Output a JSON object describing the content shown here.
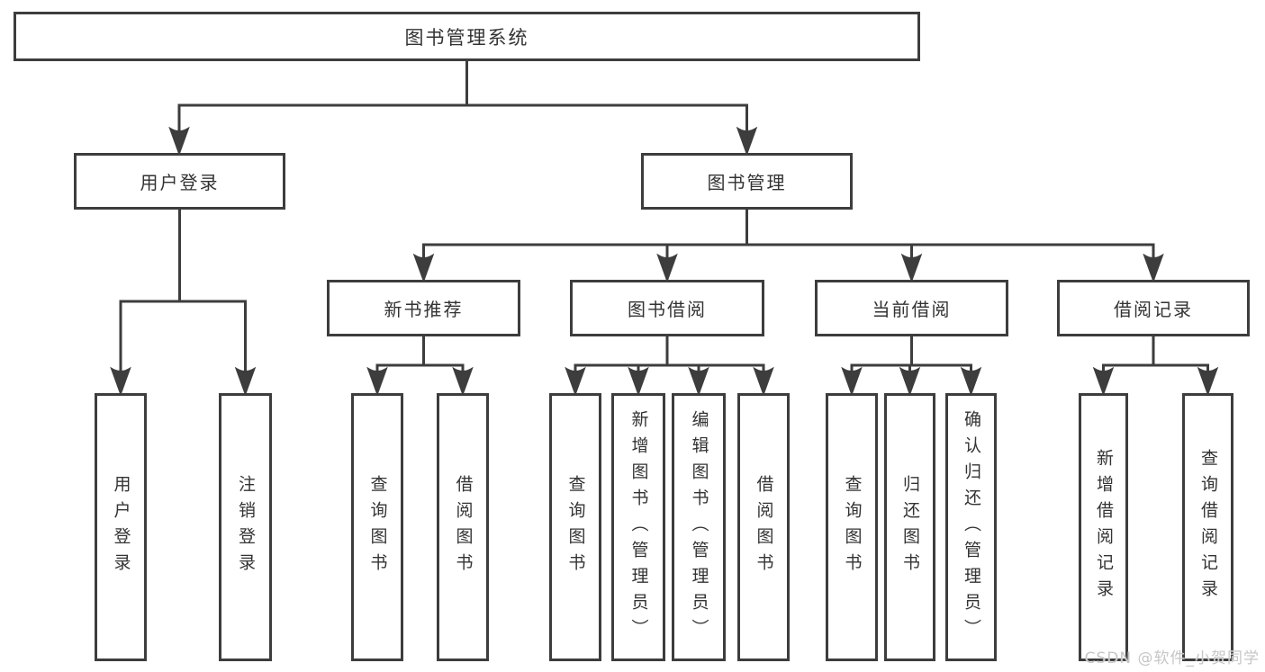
{
  "tree": {
    "root": {
      "label": "图书管理系统"
    },
    "branches": [
      {
        "label": "用户登录",
        "children": [
          {
            "label": "用户登录"
          },
          {
            "label": "注销登录"
          }
        ]
      },
      {
        "label": "图书管理",
        "children": [
          {
            "label": "新书推荐",
            "children": [
              {
                "label": "查询图书"
              },
              {
                "label": "借阅图书"
              }
            ]
          },
          {
            "label": "图书借阅",
            "children": [
              {
                "label": "查询图书"
              },
              {
                "label": "新增图书（管理员）"
              },
              {
                "label": "编辑图书（管理员）"
              },
              {
                "label": "借阅图书"
              }
            ]
          },
          {
            "label": "当前借阅",
            "children": [
              {
                "label": "查询图书"
              },
              {
                "label": "归还图书"
              },
              {
                "label": "确认归还（管理员）"
              }
            ]
          },
          {
            "label": "借阅记录",
            "children": [
              {
                "label": "新增借阅记录"
              },
              {
                "label": "查询借阅记录"
              }
            ]
          }
        ]
      }
    ]
  },
  "watermark": "CSDN @软件_小贺同学",
  "colors": {
    "line": "#3d3d3d",
    "box_border": "#3d3d3d",
    "text": "#333333",
    "watermark": "#c6c6c6",
    "background": "#ffffff"
  }
}
